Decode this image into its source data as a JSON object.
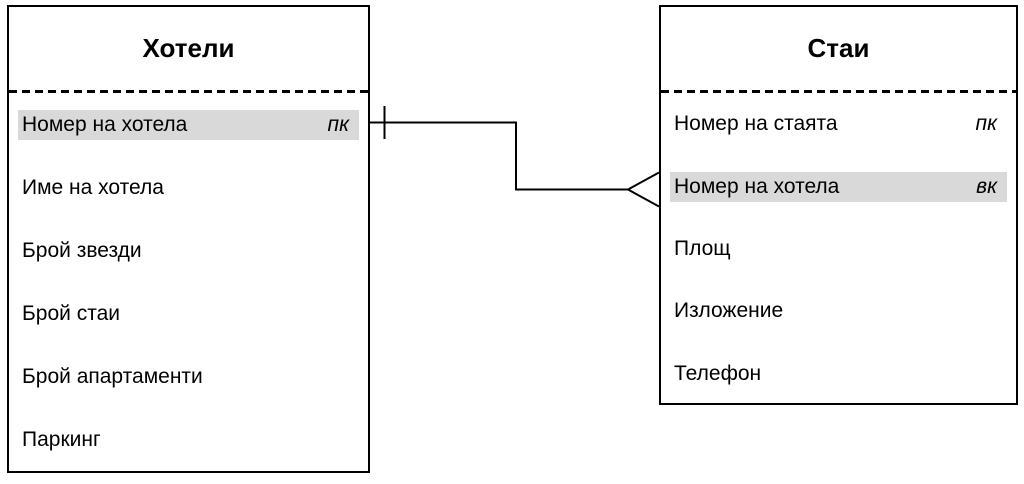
{
  "diagram": {
    "kind": "entity-relationship-diagram",
    "language": "bg"
  },
  "entities": [
    {
      "title": "Хотели",
      "attributes": [
        {
          "name": "Номер на хотела",
          "key": "пк",
          "highlighted": true
        },
        {
          "name": "Име на хотела",
          "key": "",
          "highlighted": false
        },
        {
          "name": "Брой звезди",
          "key": "",
          "highlighted": false
        },
        {
          "name": "Брой стаи",
          "key": "",
          "highlighted": false
        },
        {
          "name": "Брой апартаменти",
          "key": "",
          "highlighted": false
        },
        {
          "name": "Паркинг",
          "key": "",
          "highlighted": false
        }
      ]
    },
    {
      "title": "Стаи",
      "attributes": [
        {
          "name": "Номер на стаята",
          "key": "пк",
          "highlighted": false
        },
        {
          "name": "Номер на хотела",
          "key": "вк",
          "highlighted": true
        },
        {
          "name": "Площ",
          "key": "",
          "highlighted": false
        },
        {
          "name": "Изложение",
          "key": "",
          "highlighted": false
        },
        {
          "name": "Телефон",
          "key": "",
          "highlighted": false
        }
      ]
    }
  ],
  "relationship": {
    "from_entity": "Хотели",
    "from_attribute": "Номер на хотела",
    "from_cardinality": "one",
    "to_entity": "Стаи",
    "to_attribute": "Номер на хотела",
    "to_cardinality": "many"
  },
  "colors": {
    "background": "#ffffff",
    "line": "#000000",
    "text": "#000000",
    "key_row_highlight": "#d9d9d9"
  }
}
